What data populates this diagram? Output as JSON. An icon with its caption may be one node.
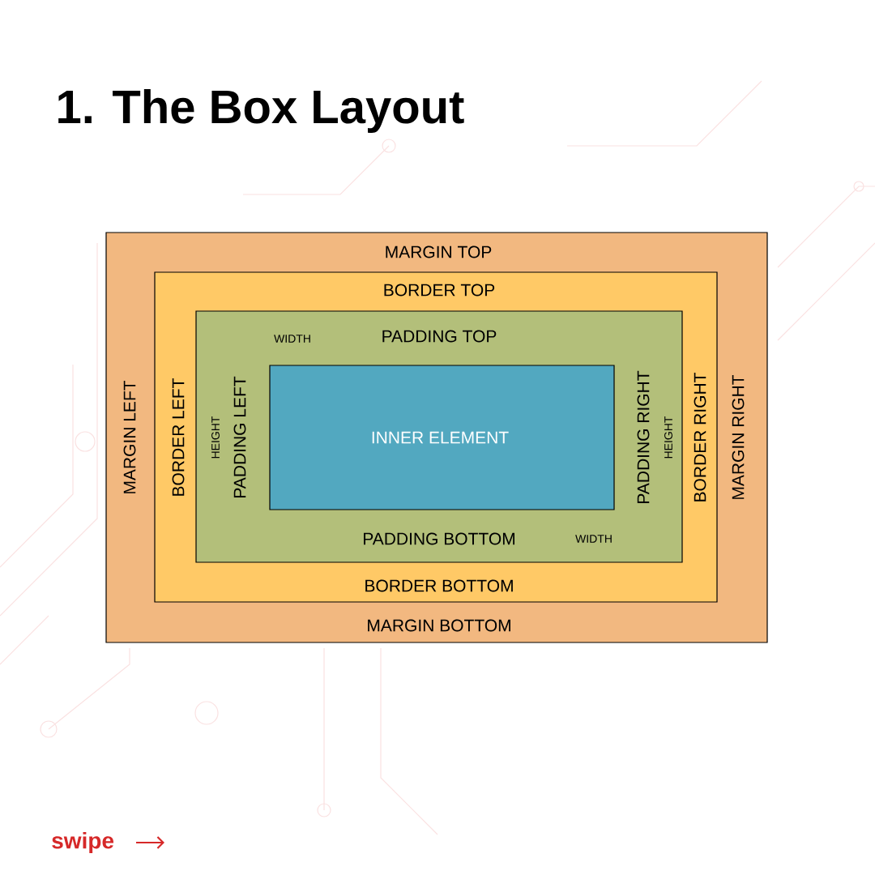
{
  "diagram": {
    "title": "1. The Box Layout",
    "nodes": [
      {
        "text": [
          "MARGIN TOP",
          "MARGIN LEFT",
          "MARGIN RIGHT",
          "MARGIN BOTTOM"
        ]
      },
      {
        "text": [
          "BORDER TOP",
          "BORDER LEFT",
          "BORDER RIGHT",
          "BORDER BOTTOM"
        ],
        "in": 0
      },
      {
        "text": [
          "WIDTH",
          "PADDING TOP",
          "HEIGHT",
          "PADDING LEFT",
          "PADDING RIGHT",
          "HEIGHT",
          "PADDING BOTTOM",
          "WIDTH"
        ],
        "in": 1
      },
      {
        "text": [
          "INNER ELEMENT"
        ],
        "in": 2
      }
    ],
    "labels": [
      "swipe"
    ]
  }
}
